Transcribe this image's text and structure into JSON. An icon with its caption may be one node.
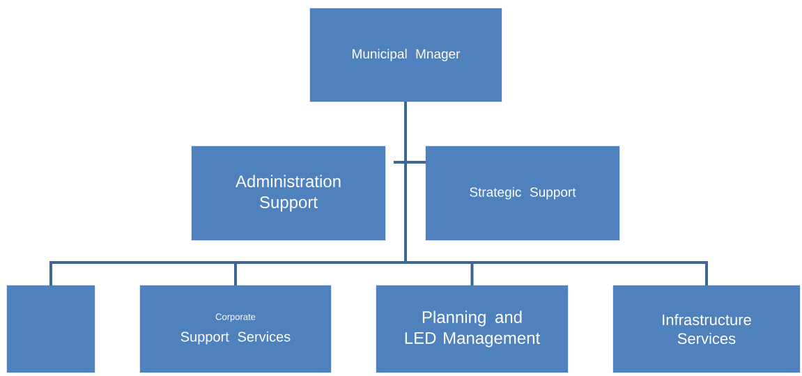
{
  "diagram": {
    "nodes": [
      {
        "text": [
          "Municipal Mnager"
        ]
      },
      {
        "text": [
          "Administration Support"
        ]
      },
      {
        "text": [
          "Strategic Support"
        ]
      },
      {
        "text": [],
        "shape": "box"
      },
      {
        "text": [
          "Corporate",
          "Support Services"
        ]
      },
      {
        "text": [
          "Planning and LED Management"
        ]
      },
      {
        "text": [
          "Infrastructure Services"
        ]
      }
    ],
    "edges": [
      {
        "from": 0,
        "to": 3,
        "arrow": "none"
      },
      {
        "from": 0,
        "to": 4,
        "arrow": "none"
      },
      {
        "from": 0,
        "to": 5,
        "arrow": "none"
      },
      {
        "from": 0,
        "to": 6,
        "arrow": "none"
      }
    ]
  }
}
